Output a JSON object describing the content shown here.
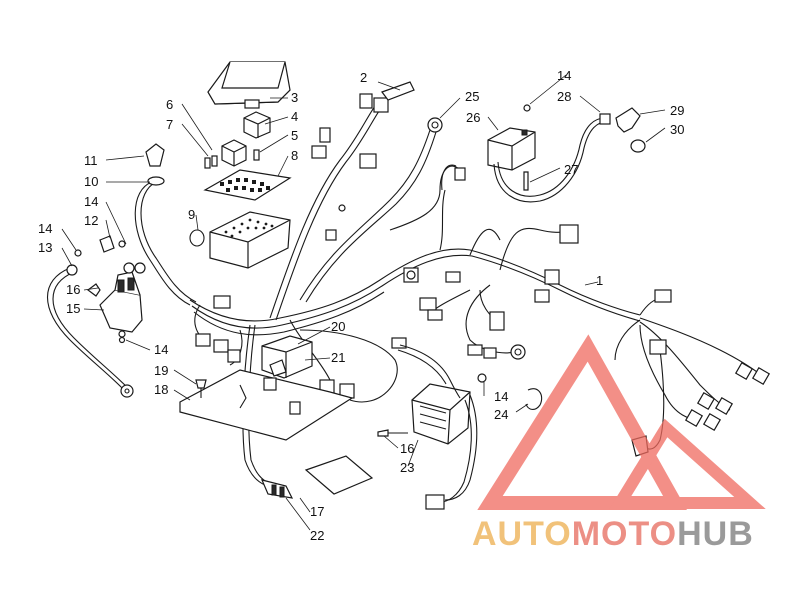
{
  "diagram": {
    "callouts": {
      "c1": "1",
      "c2": "2",
      "c3": "3",
      "c4": "4",
      "c5": "5",
      "c6": "6",
      "c7": "7",
      "c8": "8",
      "c9": "9",
      "c10": "10",
      "c11": "11",
      "c12": "12",
      "c13": "13",
      "c14a": "14",
      "c14b": "14",
      "c14c": "14",
      "c14d": "14",
      "c14e": "14",
      "c15": "15",
      "c16a": "16",
      "c16b": "16",
      "c17": "17",
      "c18": "18",
      "c19": "19",
      "c20": "20",
      "c21": "21",
      "c22": "22",
      "c23": "23",
      "c24": "24",
      "c25": "25",
      "c26": "26",
      "c27": "27",
      "c28": "28",
      "c29": "29",
      "c30": "30"
    }
  },
  "watermark": {
    "part1": "AUTO",
    "part2": "MOTO",
    "part3": "HUB",
    "colors": {
      "auto": "#f1c27a",
      "moto": "#ec8f85",
      "hub": "#9a9a9a",
      "triangle": "#ef6a5f"
    }
  }
}
